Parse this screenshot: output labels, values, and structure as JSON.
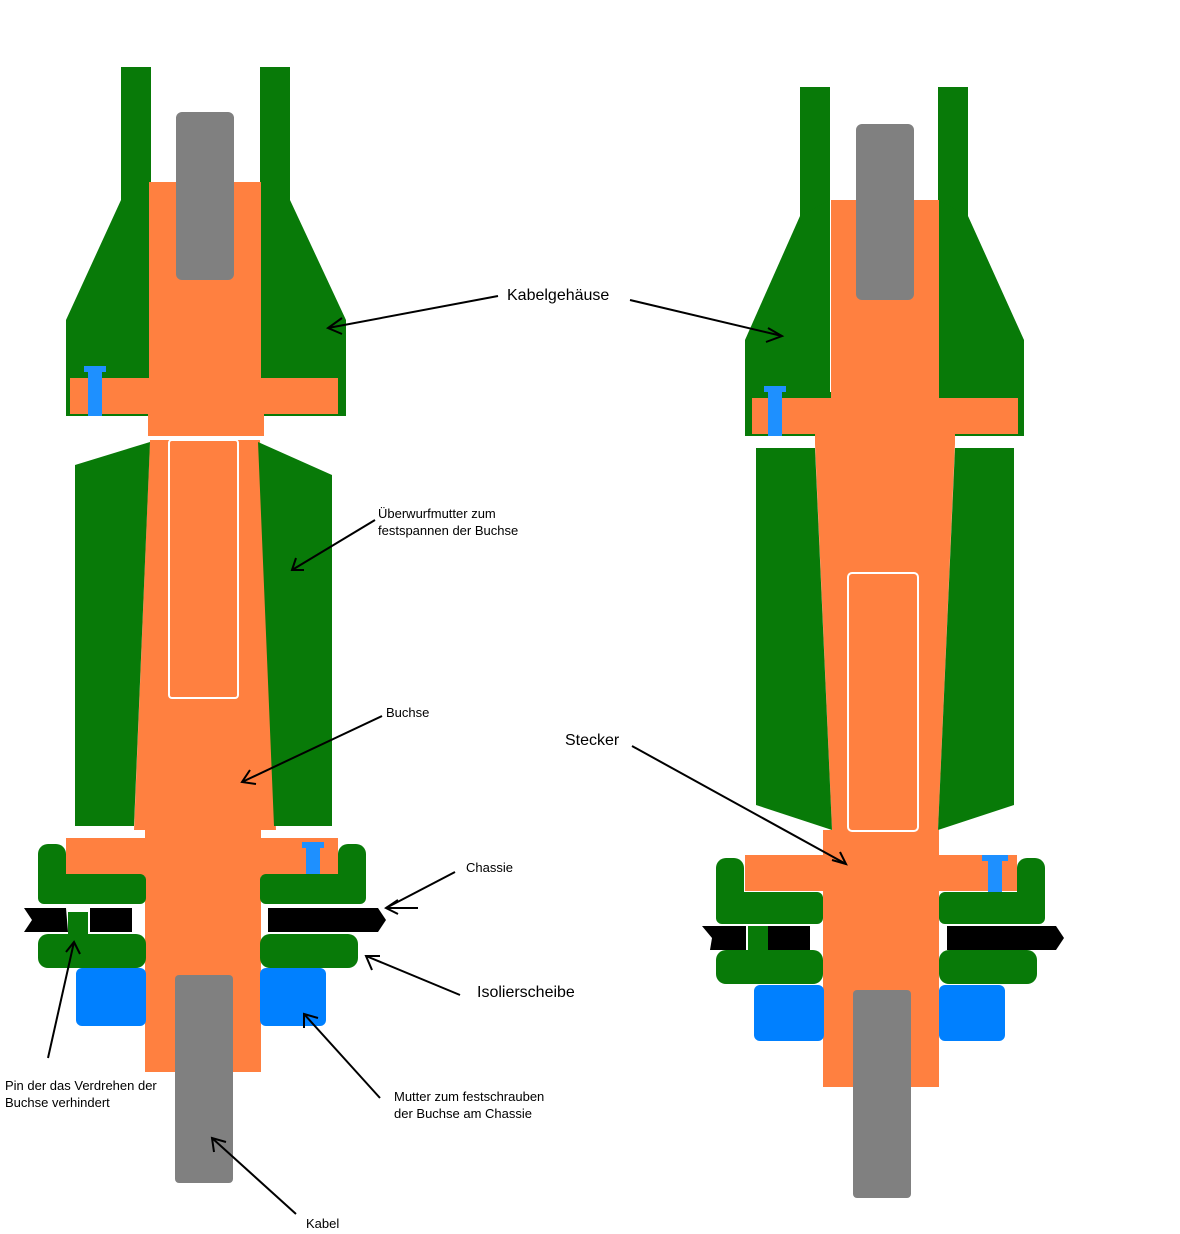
{
  "labels": {
    "kabelgehaeuse": "Kabelgehäuse",
    "ueberwurfmutter_line1": "Überwurfmutter zum",
    "ueberwurfmutter_line2": "festspannen der Buchse",
    "buchse": "Buchse",
    "stecker": "Stecker",
    "chassie": "Chassie",
    "isolierscheibe": "Isolierscheibe",
    "pin_line1": "Pin der das Verdrehen der",
    "pin_line2": "Buchse verhindert",
    "mutter_line1": "Mutter zum festschrauben",
    "mutter_line2": "der Buchse am Chassie",
    "kabel": "Kabel"
  },
  "colors": {
    "housing": "#087a08",
    "contact": "#ff8040",
    "cable": "#808080",
    "screw": "#1e90ff",
    "nut": "#0080ff",
    "chassis": "#000000"
  }
}
